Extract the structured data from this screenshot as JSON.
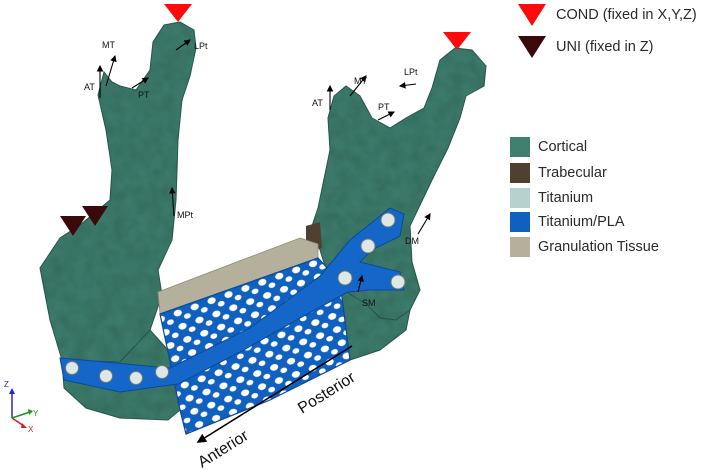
{
  "boundary_conditions": [
    {
      "label": "COND (fixed in X,Y,Z)",
      "color": "#ff0a0a",
      "icon": "red-down-triangle"
    },
    {
      "label": "UNI (fixed in Z)",
      "color": "#3a0a0a",
      "icon": "dark-brown-down-triangle"
    }
  ],
  "materials": [
    {
      "label": "Cortical",
      "color": "#3f8070"
    },
    {
      "label": "Trabecular",
      "color": "#4f4030"
    },
    {
      "label": "Titanium",
      "color": "#b6d2cf"
    },
    {
      "label": "Titanium/PLA",
      "color": "#1060bf"
    },
    {
      "label": "Granulation Tissue",
      "color": "#b4b09c"
    }
  ],
  "muscle_labels": {
    "left": {
      "mt": "MT",
      "at": "AT",
      "pt": "PT",
      "lpt": "LPt",
      "mpt": "MPt"
    },
    "right": {
      "mt": "MT",
      "at": "AT",
      "pt": "PT",
      "lpt": "LPt",
      "dm": "DM",
      "sm": "SM"
    }
  },
  "directions": {
    "anterior": "Anterior",
    "posterior": "Posterior"
  },
  "axes": {
    "z": "Z",
    "y": "Y",
    "x": "X"
  }
}
